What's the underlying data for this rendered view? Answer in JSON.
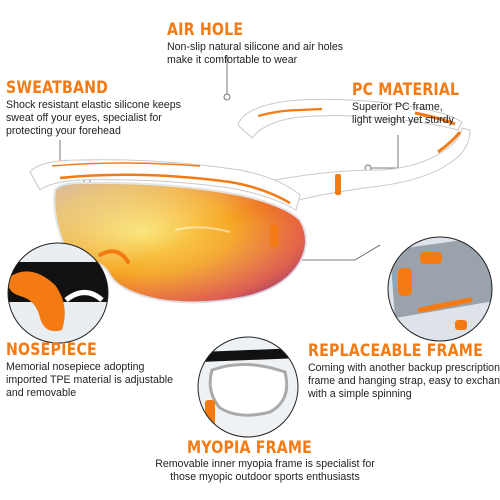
{
  "colors": {
    "accent": "#f47a14",
    "frame": "#ffffff",
    "lens": "#f2b21a"
  },
  "features": {
    "air_hole": {
      "title": "AIR HOLE",
      "lines": [
        "Non-slip natural silicone and air holes",
        "make it comfortable to wear"
      ]
    },
    "sweatband": {
      "title": "SWEATBAND",
      "lines": [
        "Shock resistant elastic silicone keeps",
        "sweat off your eyes, specialist for",
        "protecting your forehead"
      ]
    },
    "pc_material": {
      "title": "PC MATERIAL",
      "lines": [
        "Superior PC frame,",
        "light weight yet sturdy"
      ]
    },
    "nosepiece": {
      "title": "NOSEPIECE",
      "lines": [
        "Memorial nosepiece adopting",
        "imported TPE material is adjustable",
        "and removable"
      ]
    },
    "replaceable_frame": {
      "title": "REPLACEABLE FRAME",
      "lines": [
        "Coming with another backup prescription",
        "frame and hanging strap, easy to exchange",
        "with a simple spinning"
      ]
    },
    "myopia_frame": {
      "title": "MYOPIA FRAME",
      "lines": [
        "Removable inner myopia frame is specialist for",
        "those myopic outdoor sports enthusiasts"
      ]
    }
  }
}
